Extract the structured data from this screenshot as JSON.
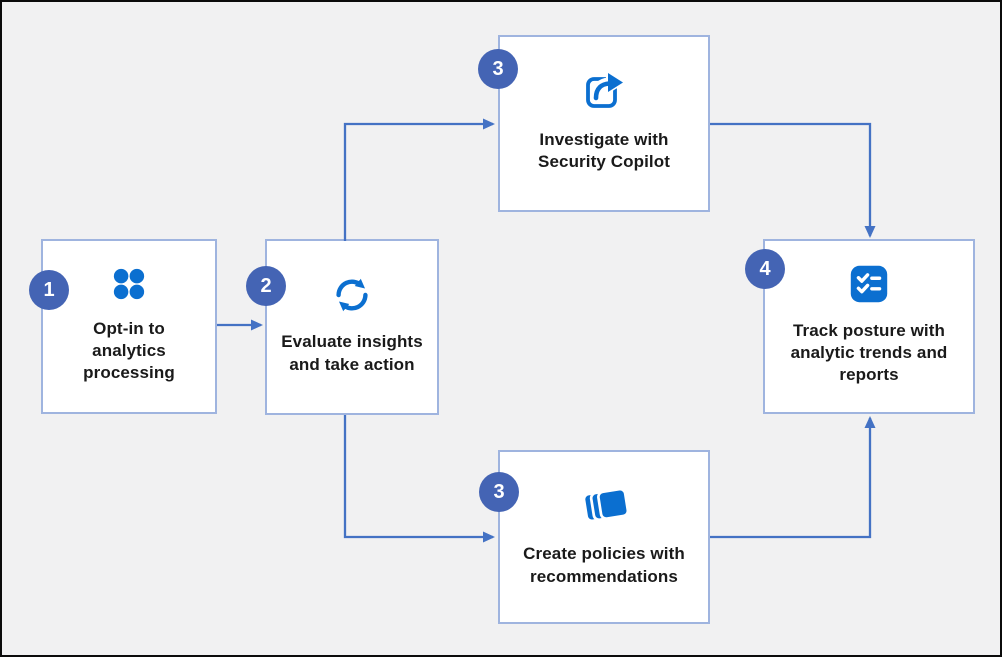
{
  "diagram_type": "flowchart",
  "colors": {
    "background": "#f1f1f2",
    "frame_border": "#0b0b0b",
    "node_fill": "#ffffff",
    "node_border": "#9fb4df",
    "badge_fill": "#4464b4",
    "connector": "#4472c4",
    "icon_blue": "#0b6fd0",
    "text": "#1a1a1a"
  },
  "nodes": [
    {
      "id": "opt-in",
      "badge": "1",
      "label": "Opt-in to\nanalytics\nprocessing",
      "icon": "dots-grid-icon"
    },
    {
      "id": "evaluate",
      "badge": "2",
      "label": "Evaluate insights\nand take action",
      "icon": "sync-arrows-icon"
    },
    {
      "id": "investigate",
      "badge": "3",
      "label": "Investigate with\nSecurity Copilot",
      "icon": "share-arrow-icon"
    },
    {
      "id": "create-policies",
      "badge": "3",
      "label": "Create policies with\nrecommendations",
      "icon": "stacked-layers-icon"
    },
    {
      "id": "track-posture",
      "badge": "4",
      "label": "Track posture with\nanalytic trends and\nreports",
      "icon": "checklist-icon"
    }
  ],
  "connectors": [
    {
      "from": "opt-in",
      "to": "evaluate"
    },
    {
      "from": "evaluate",
      "to": "investigate"
    },
    {
      "from": "evaluate",
      "to": "create-policies"
    },
    {
      "from": "investigate",
      "to": "track-posture"
    },
    {
      "from": "create-policies",
      "to": "track-posture"
    }
  ]
}
